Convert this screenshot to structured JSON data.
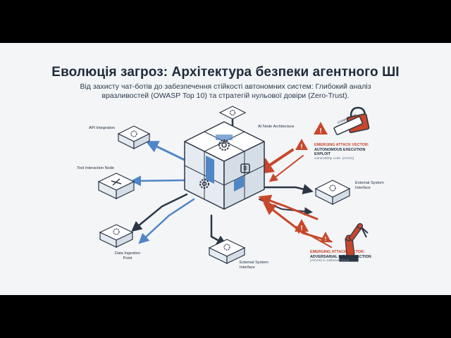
{
  "title": "Еволюція загроз: Архітектура безпеки агентного ШІ",
  "subtitle": "Від захисту чат-ботів до забезпечення стійкості автономних систем: Глибокий аналіз вразливостей (OWASP Top 10) та стратегій нульової довіри (Zero-Trust).",
  "nodes": {
    "api": "API Integration",
    "ai_node": "AI Node Architecture",
    "tool": "Tool Interaction Node",
    "data": "Data Ingestion Point",
    "ext_right": "External System Interface",
    "ext_bottom": "External System Interface"
  },
  "attacks": {
    "a1": {
      "tag": "EMERGING ATTACK VECTOR:",
      "name": "AUTONOMOUS EXECUTION EXPLOIT",
      "note": "vulnerability code: [A0101]"
    },
    "a2": {
      "tag": "EMERGING ATTACK VECTOR:",
      "name": "ADVERSARIAL INPUT INJECTION",
      "note": "[A0102] in Jailbreak Mode"
    },
    "lock_label": "Compromised"
  },
  "colors": {
    "dark": "#2b3645",
    "blue": "#4f86c6",
    "red": "#c8472b",
    "background": "#f3f5f7"
  },
  "icons": [
    "gear-icon",
    "tools-icon",
    "brain-icon",
    "warning-icon",
    "padlock-icon",
    "robot-arm-icon"
  ]
}
